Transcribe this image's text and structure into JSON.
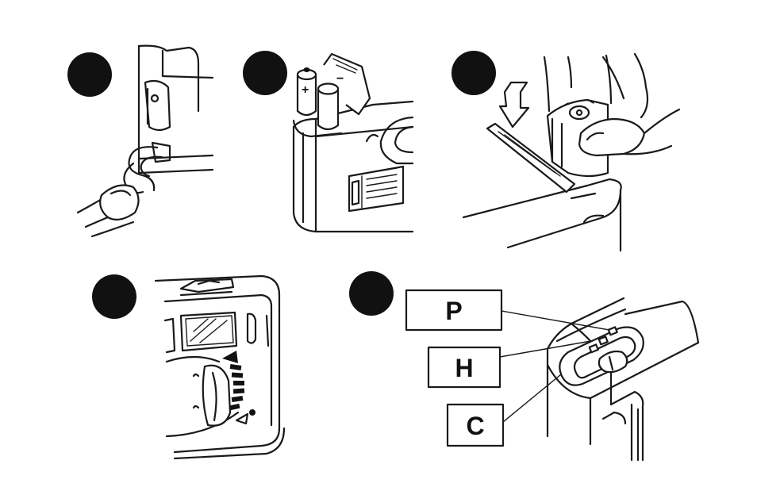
{
  "labels": {
    "plus": "+",
    "minus": "−"
  },
  "modes": [
    {
      "letter": "P"
    },
    {
      "letter": "H"
    },
    {
      "letter": "C"
    }
  ]
}
